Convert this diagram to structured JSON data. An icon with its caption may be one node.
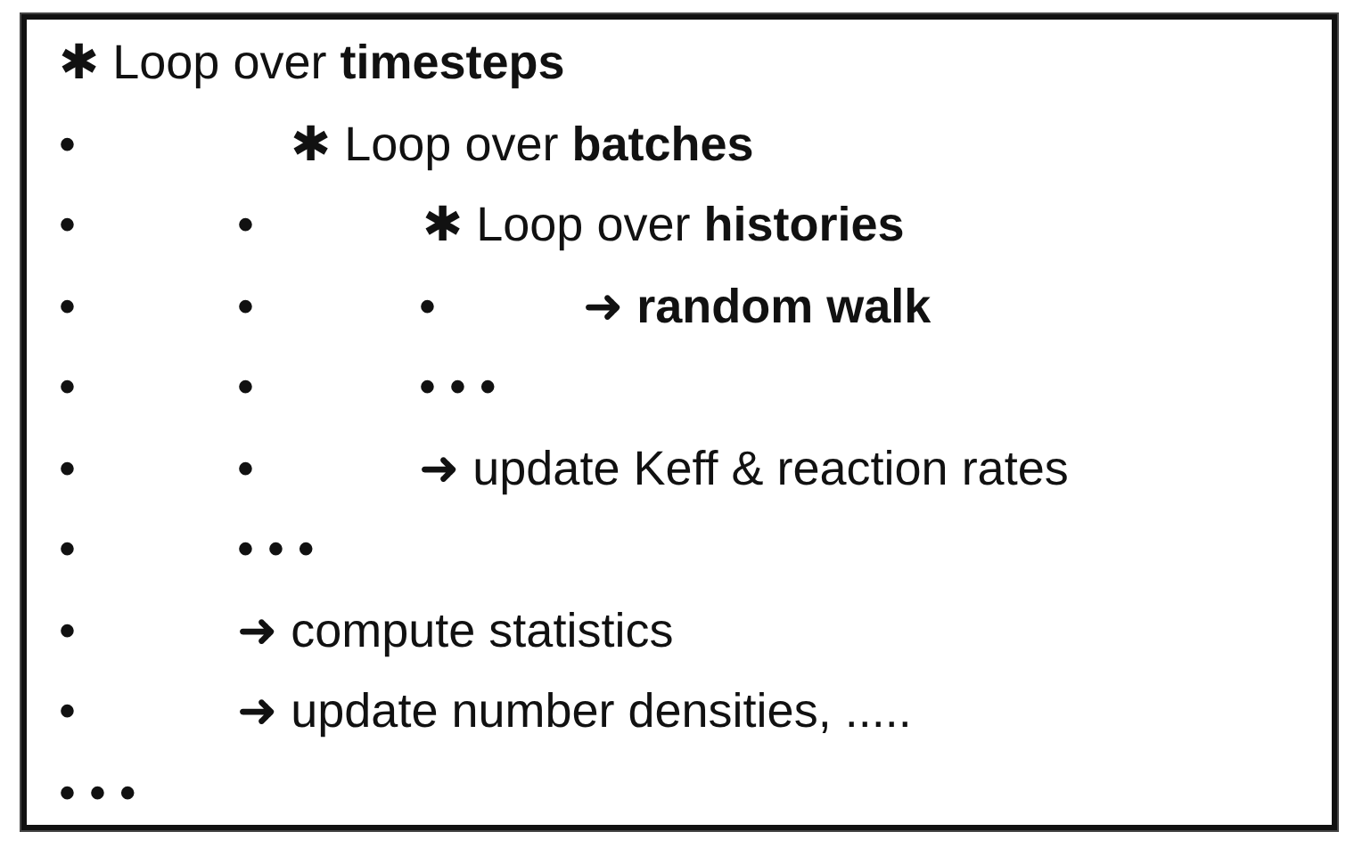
{
  "diagram": {
    "nodes": [
      {
        "text": [
          "✱ Loop over **timesteps**",
          "✱ Loop over **batches**",
          "✱ Loop over **histories**",
          "➜ **random walk**",
          "➜ update Keff & reaction rates",
          "➜ compute statistics",
          "➜ update number densities, ....."
        ]
      }
    ],
    "edges": [],
    "labels": [
      "•",
      "•",
      "•",
      "•",
      "•",
      "•",
      "•",
      "•",
      "• • •",
      "•",
      "•",
      "•",
      "• • •",
      "•",
      "•",
      "• • •"
    ]
  }
}
